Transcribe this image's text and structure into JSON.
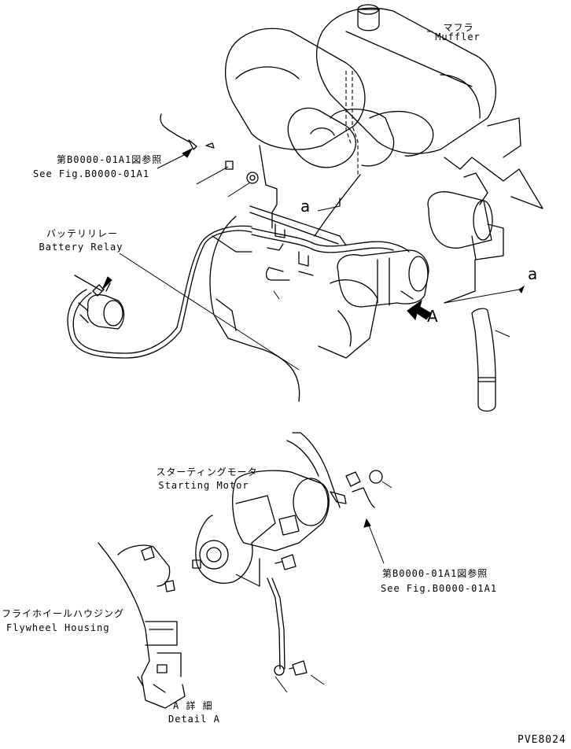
{
  "labels": {
    "muffler_jp": "マフラ",
    "muffler_en": "Muffler",
    "ref_top_jp": "第B0000-01A1図参照",
    "ref_top_en": "See Fig.B0000-01A1",
    "battery_relay_jp": "バッテリリレー",
    "battery_relay_en": "Battery Relay",
    "marker_a_left": "a",
    "marker_a_right": "a",
    "view_arrow_A": "A",
    "starting_motor_jp": "スターティングモータ",
    "starting_motor_en": "Starting Motor",
    "ref_bottom_jp": "第B0000-01A1図参照",
    "ref_bottom_en": "See Fig.B0000-01A1",
    "flywheel_jp": "フライホイールハウジング",
    "flywheel_en": "Flywheel Housing",
    "detail_jp": "A 詳 細",
    "detail_en": "Detail A",
    "drawing_code": "PVE8024"
  }
}
